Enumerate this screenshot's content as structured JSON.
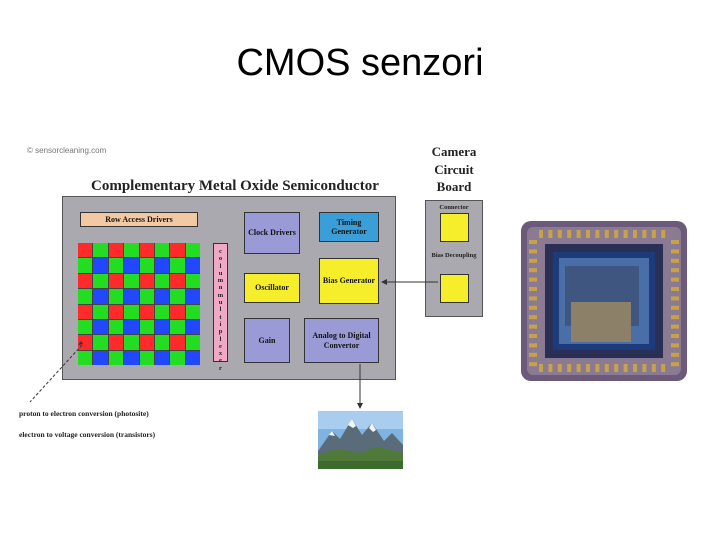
{
  "slide": {
    "title": "CMOS senzori"
  },
  "diagram": {
    "credit": "© sensorcleaning.com",
    "cmos_title": "Complementary Metal Oxide Semiconductor",
    "row_access_drivers": "Row Access Drivers",
    "column_multiplexer_letters": [
      "c",
      "o",
      "l",
      "u",
      "m",
      "n",
      "m",
      "u",
      "l",
      "t",
      "i",
      "p",
      "l",
      "e",
      "x",
      "e",
      "r"
    ],
    "clock_drivers": "Clock Drivers",
    "timing_generator": "Timing Generator",
    "oscillator": "Oscillator",
    "bias_generator": "Bias Generator",
    "gain": "Gain",
    "adc": "Analog to Digital Convertor",
    "camera_circuit_board": "Camera Circuit Board",
    "connector": "Connector",
    "bias_decoupling": "Bias Decoupling",
    "note_photon": "proton to electron conversion (photosite)",
    "note_electron": "electron to voltage conversion (transistors)",
    "pixel_colors": {
      "red": "#ff2a2a",
      "green": "#22dd22",
      "blue": "#2248ff"
    },
    "block_colors": {
      "lavender": "#9a9ad6",
      "blue": "#3a9ed8",
      "yellow": "#f7ee2b",
      "peach": "#f3c9a3",
      "pink": "#f1a8c4",
      "board": "#a9a9af"
    }
  }
}
